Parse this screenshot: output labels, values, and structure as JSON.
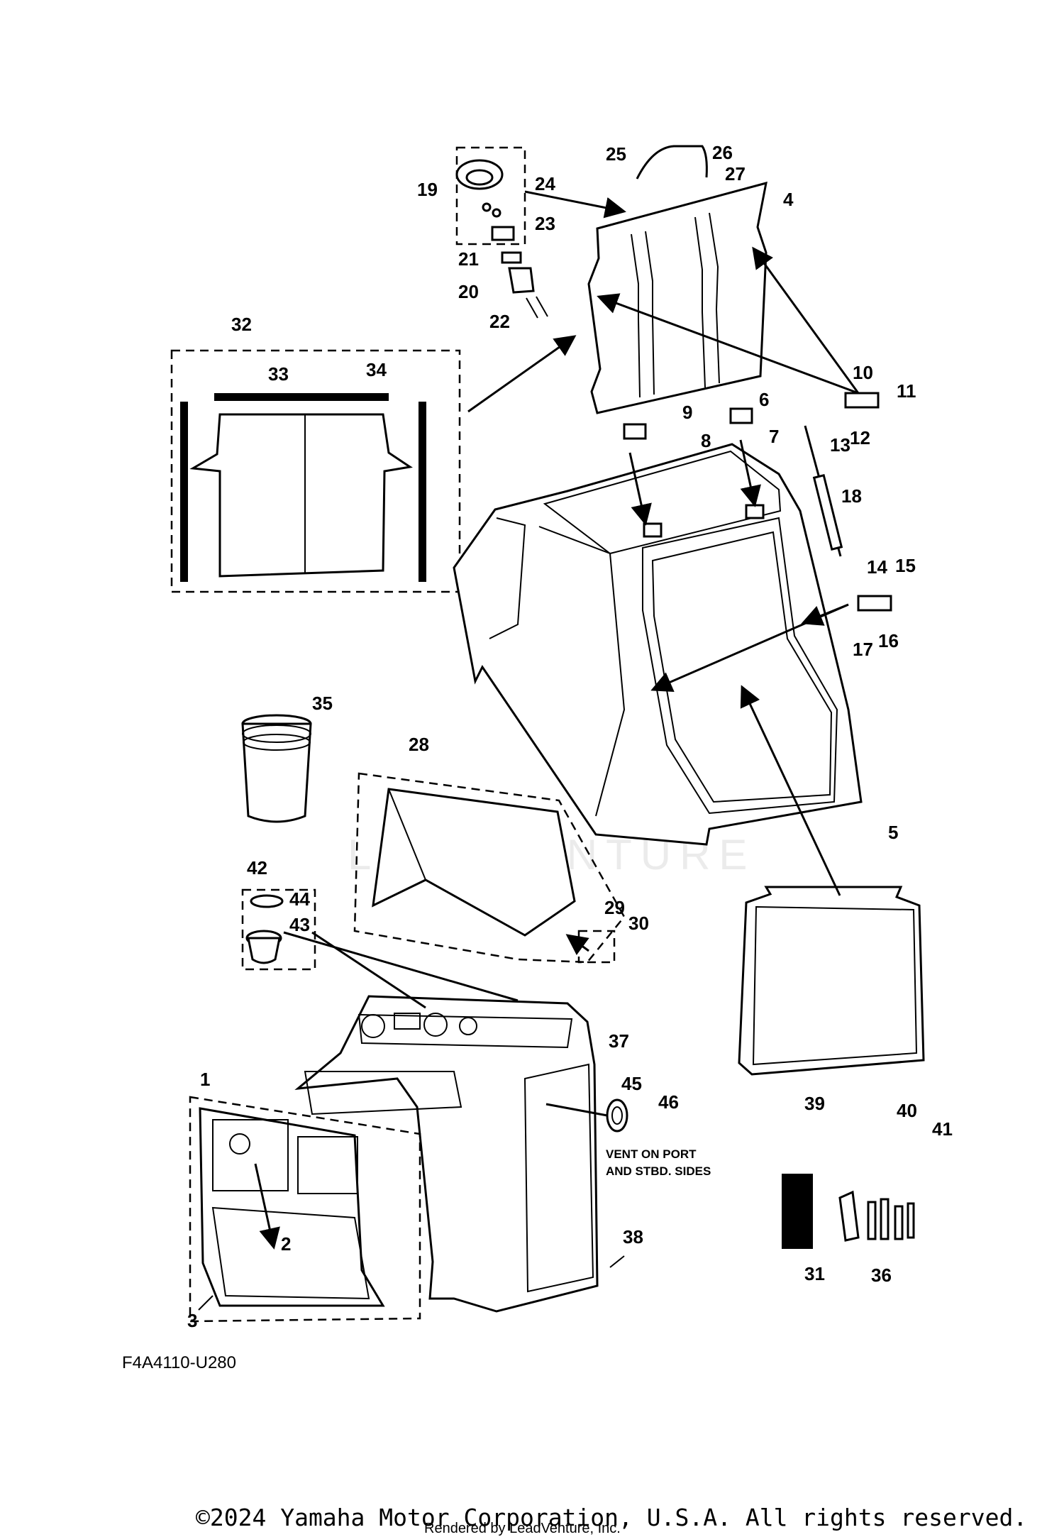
{
  "diagram_code": "F4A4110-U280",
  "vent_note": [
    "VENT ON PORT",
    "AND STBD. SIDES"
  ],
  "copyright": "©2024 Yamaha Motor Corporation, U.S.A. All rights reserved.",
  "rendered_by": "Rendered by LeadVenture, Inc.",
  "watermark": "LEADVENTURE",
  "labels": {
    "c1": "1",
    "c2": "2",
    "c3": "3",
    "c4": "4",
    "c5": "5",
    "c6": "6",
    "c7": "7",
    "c8": "8",
    "c9": "9",
    "c10": "10",
    "c11": "11",
    "c12": "12",
    "c13": "13",
    "c14": "14",
    "c15": "15",
    "c16": "16",
    "c17": "17",
    "c18": "18",
    "c19": "19",
    "c20": "20",
    "c21": "21",
    "c22": "22",
    "c23": "23",
    "c24": "24",
    "c25": "25",
    "c26": "26",
    "c27": "27",
    "c28": "28",
    "c29": "29",
    "c30": "30",
    "c31": "31",
    "c32": "32",
    "c33": "33",
    "c34": "34",
    "c35": "35",
    "c36": "36",
    "c37": "37",
    "c38": "38",
    "c39": "39",
    "c40": "40",
    "c41": "41",
    "c42": "42",
    "c43": "43",
    "c44": "44",
    "c45": "45",
    "c46": "46"
  }
}
